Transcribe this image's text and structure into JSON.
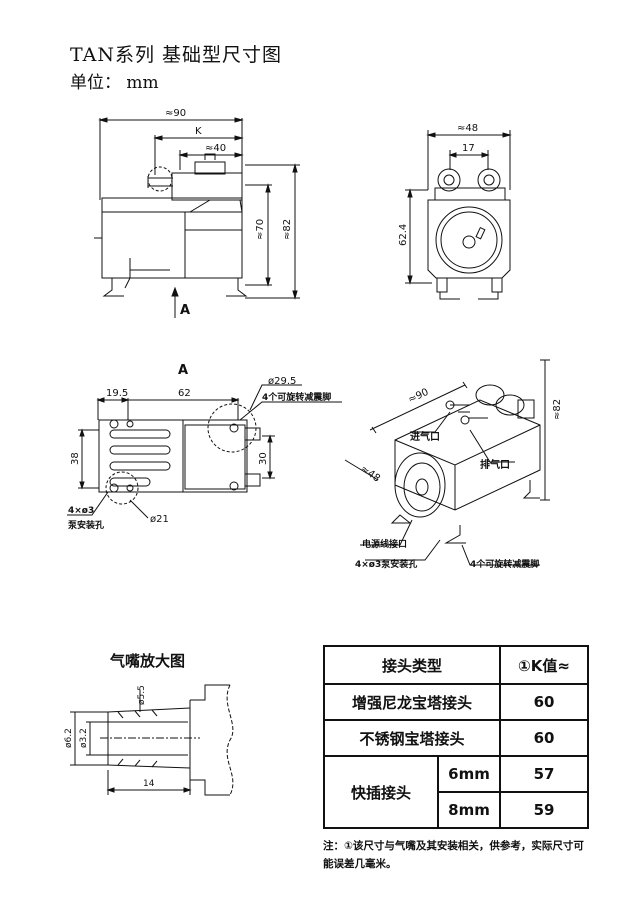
{
  "header": {
    "title": "TAN系列  基础型尺寸图",
    "unit": "单位： mm"
  },
  "front_view": {
    "dim_total_width": "≈90",
    "dim_k": "K",
    "dim_40": "≈40",
    "dim_70": "≈70",
    "dim_82": "≈82",
    "view_marker": "A"
  },
  "side_view": {
    "dim_48": "≈48",
    "dim_17": "17",
    "dim_62_4": "62.4"
  },
  "view_a": {
    "label": "A",
    "dim_19_5": "19.5",
    "dim_62": "62",
    "dim_29_5": "ø29.5",
    "dim_38": "38",
    "dim_30": "30",
    "dim_21": "ø21",
    "label_feet": "4个可旋转减震脚",
    "label_holes_1": "4×ø3",
    "label_holes_2": "泵安装孔"
  },
  "iso_view": {
    "dim_90": "≈90",
    "dim_48": "≈48",
    "dim_82": "≈82",
    "label_inlet": "进气口",
    "label_outlet": "排气口",
    "label_power": "电源线接口",
    "label_holes": "4×ø3泵安装孔",
    "label_feet": "4个可旋转减震脚"
  },
  "nozzle_zoom": {
    "title": "气嘴放大图",
    "dim_55": "ø5.5",
    "dim_62": "ø6.2",
    "dim_32": "ø3.2",
    "dim_14": "14"
  },
  "k_table": {
    "header_type": "接头类型",
    "header_k": "①K值≈",
    "row1_name": "增强尼龙宝塔接头",
    "row1_value": "60",
    "row2_name": "不锈钢宝塔接头",
    "row2_value": "60",
    "row3_name": "快插接头",
    "row3_sub1": "6mm",
    "row3_val1": "57",
    "row3_sub2": "8mm",
    "row3_val2": "59"
  },
  "note": "注：①该尺寸与气嘴及其安装相关，供参考，实际尺寸可能误差几毫米。"
}
